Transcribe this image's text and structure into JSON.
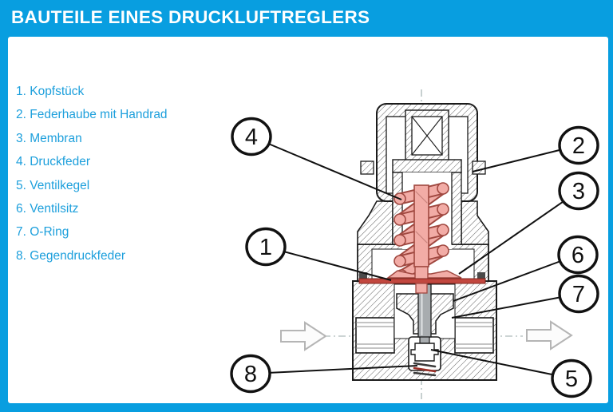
{
  "header": {
    "title": "BAUTEILE EINES DRUCKLUFTREGLERS"
  },
  "legend": {
    "items": [
      "1. Kopfstück",
      "2. Federhaube mit Handrad",
      "3. Membran",
      "4. Druckfeder",
      "5. Ventilkegel",
      "6. Ventilsitz",
      "7. O-Ring",
      "8. Gegendruckfeder"
    ]
  },
  "callouts": {
    "c1": "1",
    "c2": "2",
    "c3": "3",
    "c4": "4",
    "c5": "5",
    "c6": "6",
    "c7": "7",
    "c8": "8"
  },
  "icons": {
    "flow_left": "flow-arrow-right",
    "flow_right": "flow-arrow-right"
  },
  "colors": {
    "accent_cyan": "#089EE0",
    "legend_text": "#1C9FDC",
    "membrane_red": "#C2473F",
    "spring_salmon": "#F2ACA6",
    "spring_outline": "#A04840",
    "line_black": "#1b1b1b",
    "stem_gray": "#A8ACAF",
    "arrow_gray": "#B5B5B5"
  }
}
